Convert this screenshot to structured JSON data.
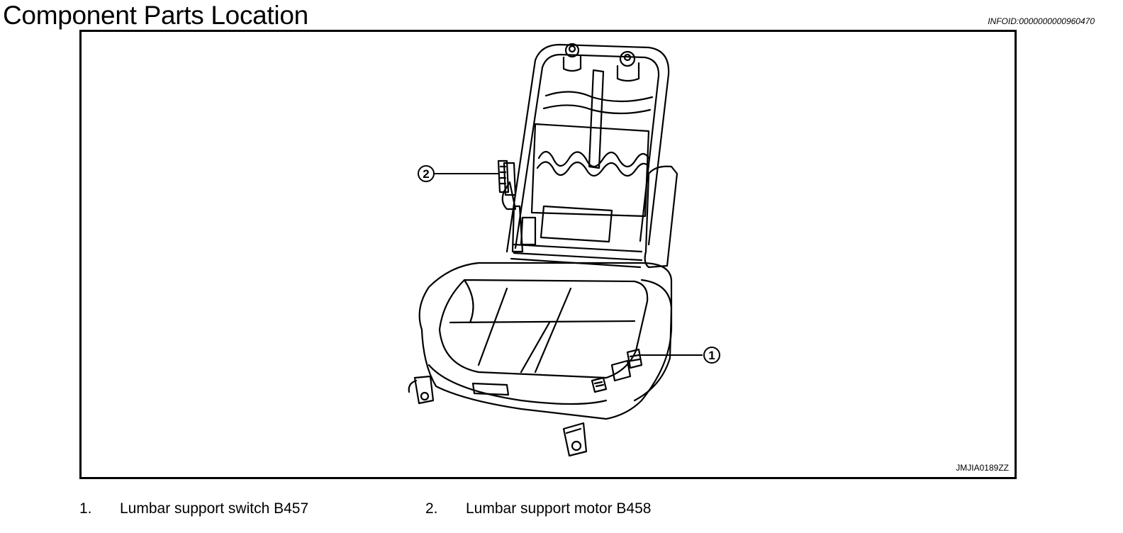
{
  "header": {
    "title": "Component Parts Location",
    "info_id": "INFOID:0000000000960470"
  },
  "figure": {
    "code": "JMJIA0189ZZ",
    "callouts": [
      {
        "number": "1"
      },
      {
        "number": "2"
      }
    ]
  },
  "legend": {
    "items": [
      {
        "number": "1.",
        "label": "Lumbar support switch B457"
      },
      {
        "number": "2.",
        "label": "Lumbar support motor B458"
      }
    ]
  }
}
